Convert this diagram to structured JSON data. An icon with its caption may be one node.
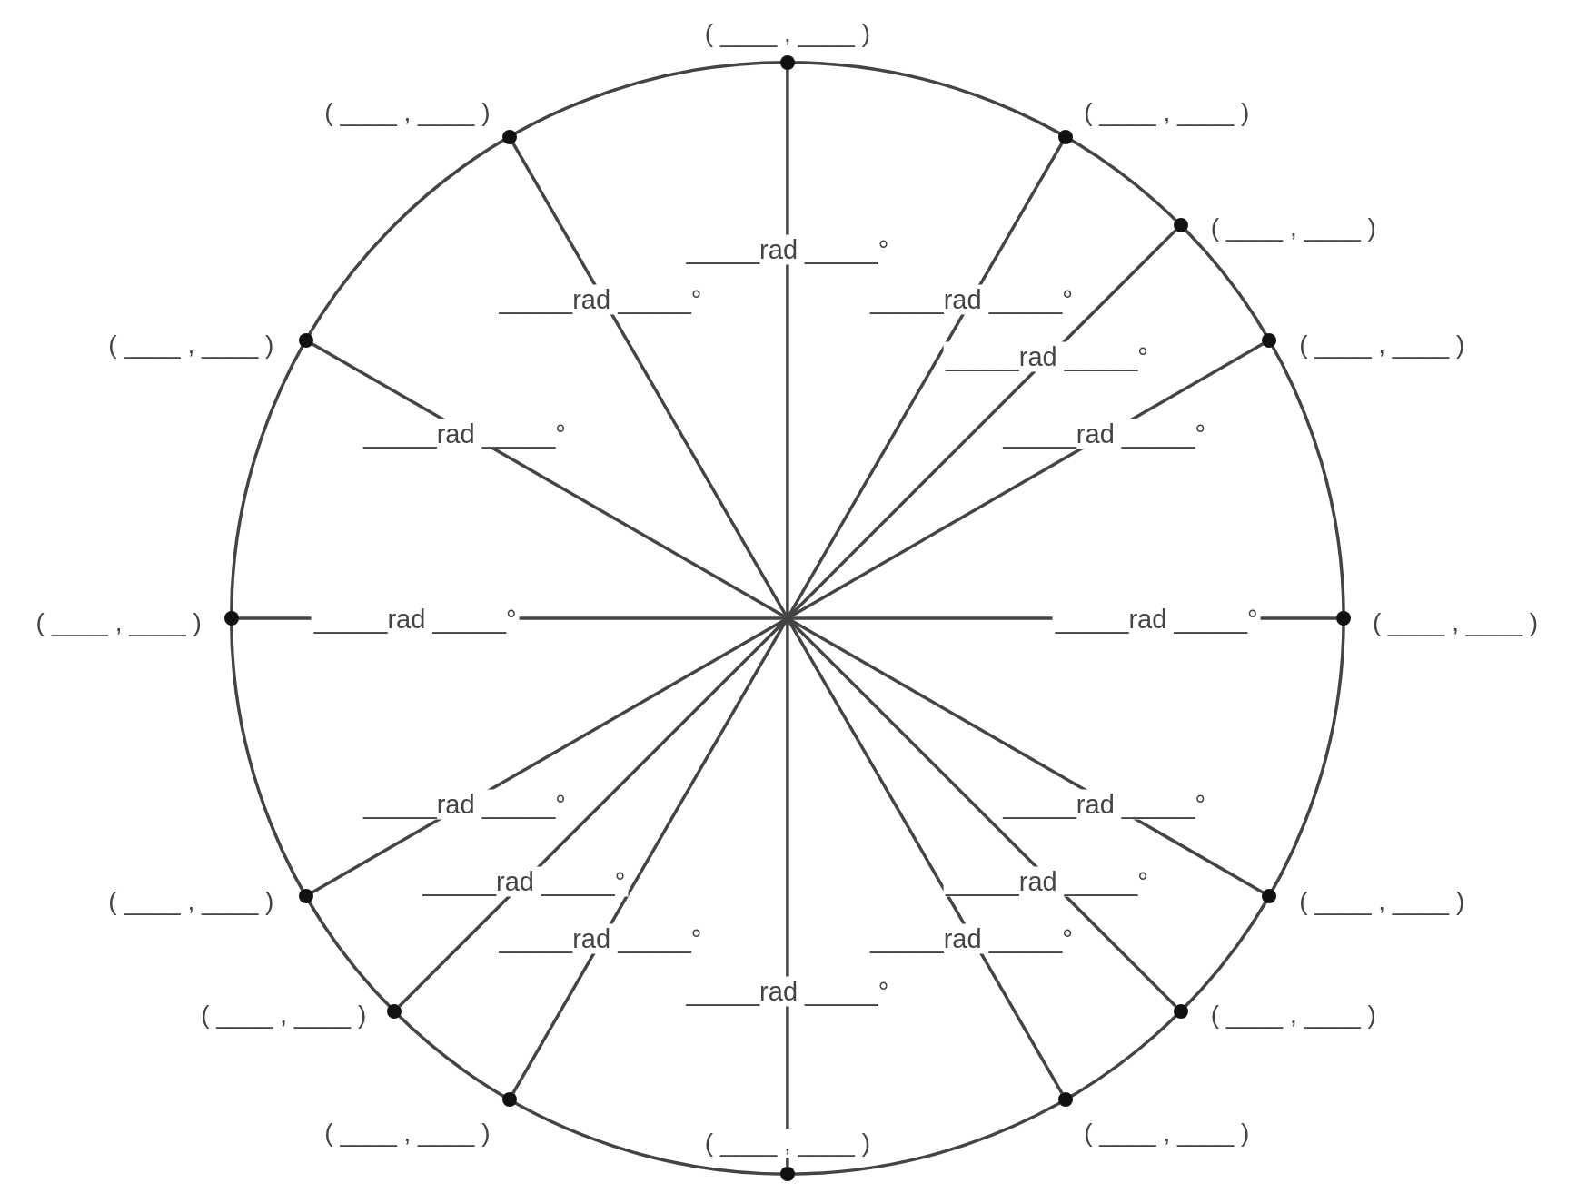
{
  "diagram": {
    "nodes": [
      {
        "text": [],
        "shape": "circle",
        "beside": [
          "( ____ , ____ )"
        ]
      },
      {
        "text": [],
        "shape": "circle",
        "beside": [
          "( ____ , ____ )"
        ]
      },
      {
        "text": [],
        "shape": "circle",
        "beside": [
          "( ____ , ____ )"
        ]
      },
      {
        "text": [],
        "shape": "circle",
        "beside": [
          "( ____ , ____ )"
        ]
      },
      {
        "text": [],
        "shape": "circle",
        "beside": [
          "( ____ , ____ )"
        ]
      },
      {
        "text": [],
        "shape": "circle",
        "beside": [
          "( ____ , ____ )"
        ]
      },
      {
        "text": [],
        "shape": "circle",
        "beside": [
          "( ____ , ____ )"
        ]
      },
      {
        "text": [],
        "shape": "circle",
        "beside": [
          "( ____ , ____ )"
        ]
      },
      {
        "text": [],
        "shape": "circle",
        "beside": [
          "( ____ , ____ )"
        ]
      },
      {
        "text": [],
        "shape": "circle",
        "beside": [
          "( ____ , ____ )"
        ]
      },
      {
        "text": [],
        "shape": "circle",
        "beside": [
          "( ____ , ____ )"
        ]
      },
      {
        "text": [],
        "shape": "circle",
        "beside": [
          "( ____ , ____ )"
        ]
      },
      {
        "text": [],
        "shape": "circle",
        "beside": [
          "( ____ , ____ )"
        ]
      },
      {
        "text": [],
        "shape": "circle",
        "beside": [
          "( ____ , ____ )"
        ]
      },
      {
        "text": [],
        "shape": "circle",
        "beside": [
          "( ____ , ____ )"
        ]
      }
    ],
    "edges": [
      {
        "from": null,
        "to": 0,
        "arrow": "none"
      },
      {
        "from": null,
        "to": 1,
        "arrow": "none"
      },
      {
        "from": null,
        "to": 2,
        "arrow": "none"
      },
      {
        "from": null,
        "to": 3,
        "arrow": "none"
      },
      {
        "from": null,
        "to": 4,
        "arrow": "none"
      },
      {
        "from": null,
        "to": 5,
        "arrow": "none"
      },
      {
        "from": null,
        "to": 6,
        "arrow": "none"
      },
      {
        "from": null,
        "to": 7,
        "arrow": "none"
      },
      {
        "from": null,
        "to": 8,
        "arrow": "none"
      },
      {
        "from": null,
        "to": 9,
        "arrow": "none"
      },
      {
        "from": null,
        "to": 10,
        "arrow": "none"
      },
      {
        "from": null,
        "to": 11,
        "arrow": "none"
      },
      {
        "from": null,
        "to": 12,
        "arrow": "none"
      },
      {
        "from": null,
        "to": 13,
        "arrow": "none"
      },
      {
        "from": null,
        "to": 14,
        "arrow": "none"
      }
    ],
    "labels": [
      "_____rad _____°",
      "_____rad _____°",
      "_____rad _____°",
      "_____rad _____°",
      "_____rad _____°",
      "_____rad _____°",
      "_____rad _____°",
      "_____rad _____°",
      "_____rad _____°",
      "_____rad _____°",
      "_____rad _____°",
      "_____rad _____°",
      "_____rad _____°",
      "_____rad _____°",
      "_____rad _____°"
    ]
  }
}
